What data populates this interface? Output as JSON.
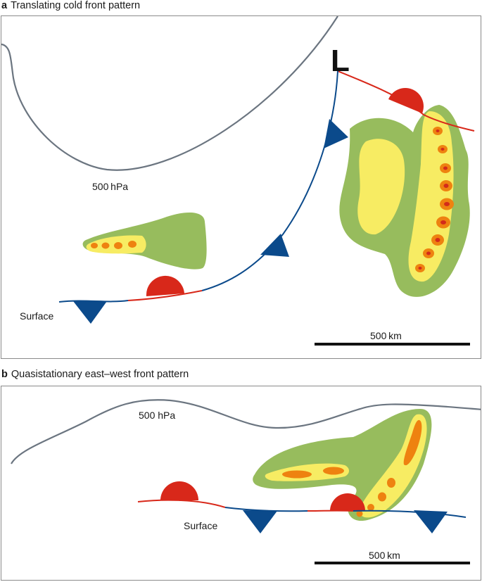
{
  "panel_a": {
    "letter": "a",
    "title": "Translating cold front pattern",
    "upper_level_label": "500 hPa",
    "surface_label": "Surface",
    "low_symbol": "L",
    "scale_label": "500 km"
  },
  "panel_b": {
    "letter": "b",
    "title": "Quasistationary east–west front pattern",
    "upper_level_label": "500 hPa",
    "surface_label": "Surface",
    "scale_label": "500 km"
  },
  "colors": {
    "cold_front": "#0b4a8b",
    "warm_front": "#d8281a",
    "contour_500hpa": "#6b7580",
    "precip_light": "#97bc5d",
    "precip_moderate": "#f7ec63",
    "precip_heavy": "#ee8210",
    "precip_extreme": "#d32b1b",
    "frame": "#8a8a8a"
  }
}
